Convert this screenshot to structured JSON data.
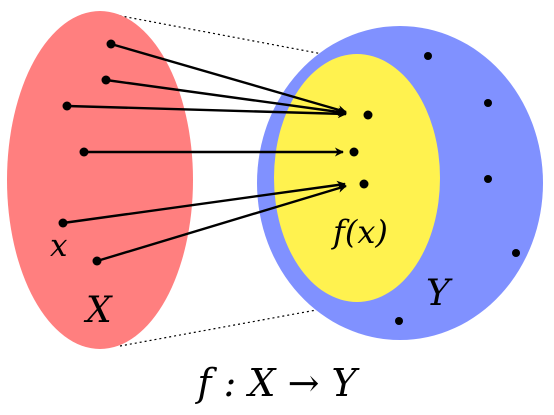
{
  "diagram": {
    "domain_label": "X",
    "codomain_label": "Y",
    "element_label": "x",
    "image_label": "f(x)",
    "caption": "f : X → Y",
    "colors": {
      "domain_fill": "#ff7f7f",
      "codomain_fill": "#8091ff",
      "image_fill": "#fff24f",
      "ink": "#000000"
    }
  }
}
